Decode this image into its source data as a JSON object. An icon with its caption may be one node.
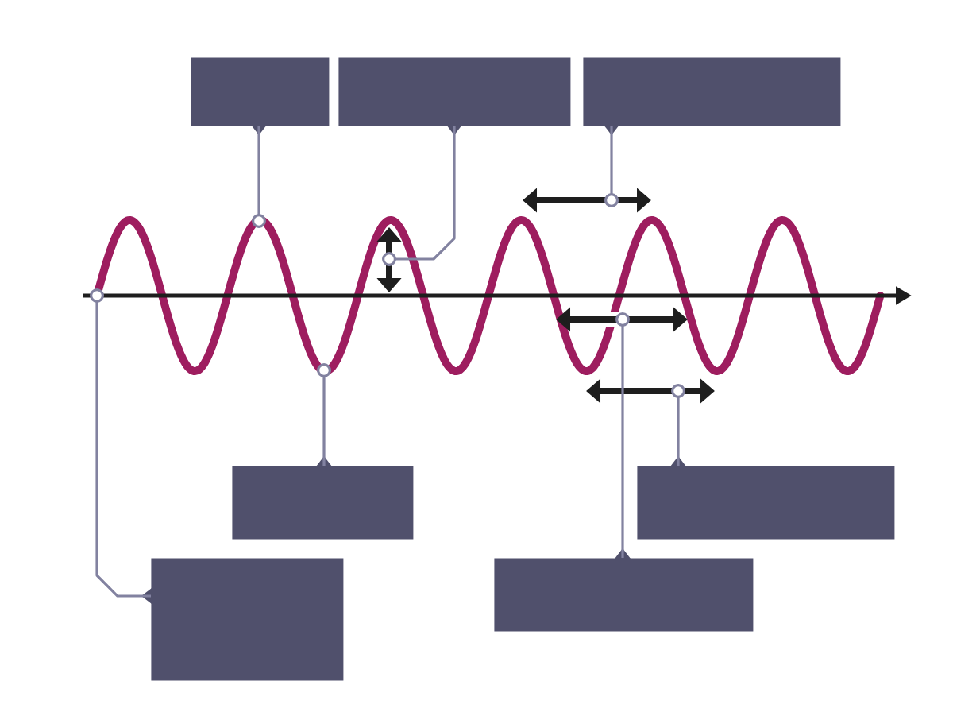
{
  "diagram": {
    "nodes": [
      {
        "text": [],
        "shape": "box"
      },
      {
        "text": [],
        "shape": "box"
      },
      {
        "text": [],
        "shape": "box"
      },
      {
        "text": [],
        "shape": "box"
      },
      {
        "text": [],
        "shape": "box"
      },
      {
        "text": [],
        "shape": "box"
      },
      {
        "text": [],
        "shape": "box"
      }
    ],
    "edges": [
      {
        "from": 0,
        "to": null,
        "arrow": "other"
      },
      {
        "from": 1,
        "to": null,
        "arrow": "other"
      },
      {
        "from": 2,
        "to": null,
        "arrow": "other"
      },
      {
        "from": 3,
        "to": null,
        "arrow": "other"
      },
      {
        "from": 4,
        "to": null,
        "arrow": "other"
      },
      {
        "from": 5,
        "to": null,
        "arrow": "other"
      },
      {
        "from": 6,
        "to": null,
        "arrow": "other"
      }
    ]
  }
}
